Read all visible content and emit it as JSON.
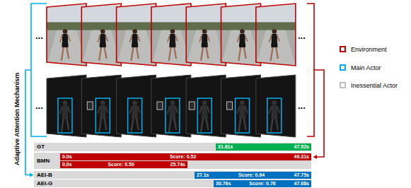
{
  "diagram": {
    "nodes": [
      {
        "text": [
          "GT"
        ]
      },
      {
        "text": [
          "31.81s",
          "47.52s"
        ],
        "in": 0
      },
      {
        "text": [
          "BMN"
        ]
      },
      {
        "text": [
          "0.0s",
          "Score: 0.52",
          "49.31s"
        ],
        "in": 2
      },
      {
        "text": [
          "0.0s",
          "Score: 0.50",
          "25.74s"
        ],
        "in": 2
      },
      {
        "text": [
          "AEI-B"
        ]
      },
      {
        "text": [
          "27.1s",
          "Score: 0.64",
          "47.75s"
        ],
        "in": 5
      },
      {
        "text": [
          "AEI-G"
        ]
      },
      {
        "text": [
          "30.76s",
          "Score: 0.76",
          "47.68s"
        ],
        "in": 7
      }
    ],
    "labels": [
      "Adaptive Attention Mechanism",
      "...",
      "...",
      "...",
      "..."
    ],
    "legend": [
      {
        "text": "Environment",
        "color": "#c00000"
      },
      {
        "text": "Main Actor",
        "color": "#00b0f0"
      },
      {
        "text": "Inessential Actor",
        "color": "#bfbfbf"
      }
    ]
  }
}
